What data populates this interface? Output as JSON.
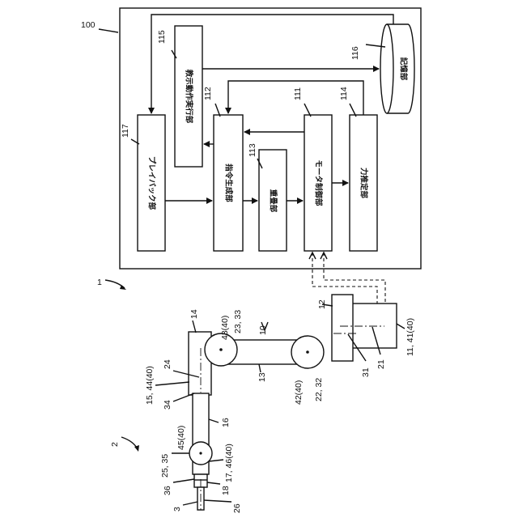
{
  "diagram": {
    "blocks": {
      "b117": "プレイバック部",
      "b112": "指令生成部",
      "b113": "重畳部",
      "b111": "モータ制御部",
      "b114": "力推定部",
      "b115": "教示動作実行部",
      "b116": "記憶部"
    },
    "labels": {
      "l100": "100",
      "l115": "115",
      "l116": "116",
      "l117": "117",
      "l112": "112",
      "l111": "111",
      "l114": "114",
      "l113": "113",
      "l1": "1",
      "l10": "10",
      "l2": "2",
      "l12": "12",
      "l14": "14",
      "l13": "13",
      "l16": "16",
      "l24": "24",
      "l4340": "43(40)",
      "l2333": "23, 33",
      "l1544": "15, 44(40)",
      "l34": "34",
      "l4240": "42(40)",
      "l2232": "22, 32",
      "l31": "31",
      "l21": "21",
      "l1141": "11, 41(40)",
      "l4540": "45(40)",
      "l2535": "25, 35",
      "l1746": "17, 46(40)",
      "l18": "18",
      "l36": "36",
      "l3": "3",
      "l26": "26"
    }
  }
}
